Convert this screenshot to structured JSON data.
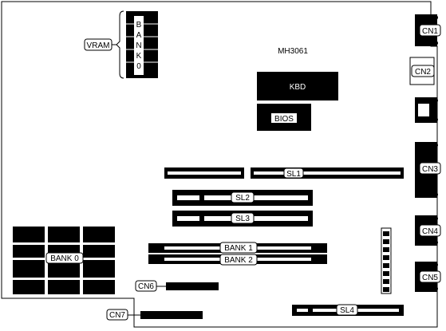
{
  "board_title": "MH3061",
  "vram": {
    "label": "VRAM",
    "bank_letters": [
      "B",
      "A",
      "N",
      "K",
      "0"
    ]
  },
  "chips": {
    "kbd": "KBD",
    "bios": "BIOS"
  },
  "slots": {
    "sl1": "SL1",
    "sl2": "SL2",
    "sl3": "SL3",
    "sl4": "SL4"
  },
  "memory": {
    "bank_0": "BANK 0",
    "bank_1": "BANK 1",
    "bank_2": "BANK 2"
  },
  "connectors": {
    "cn1": "CN1",
    "cn2": "CN2",
    "cn3": "CN3",
    "cn4": "CN4",
    "cn5": "CN5",
    "cn6": "CN6",
    "cn7": "CN7"
  },
  "colors": {
    "ink": "#000000",
    "paper": "#ffffff"
  }
}
